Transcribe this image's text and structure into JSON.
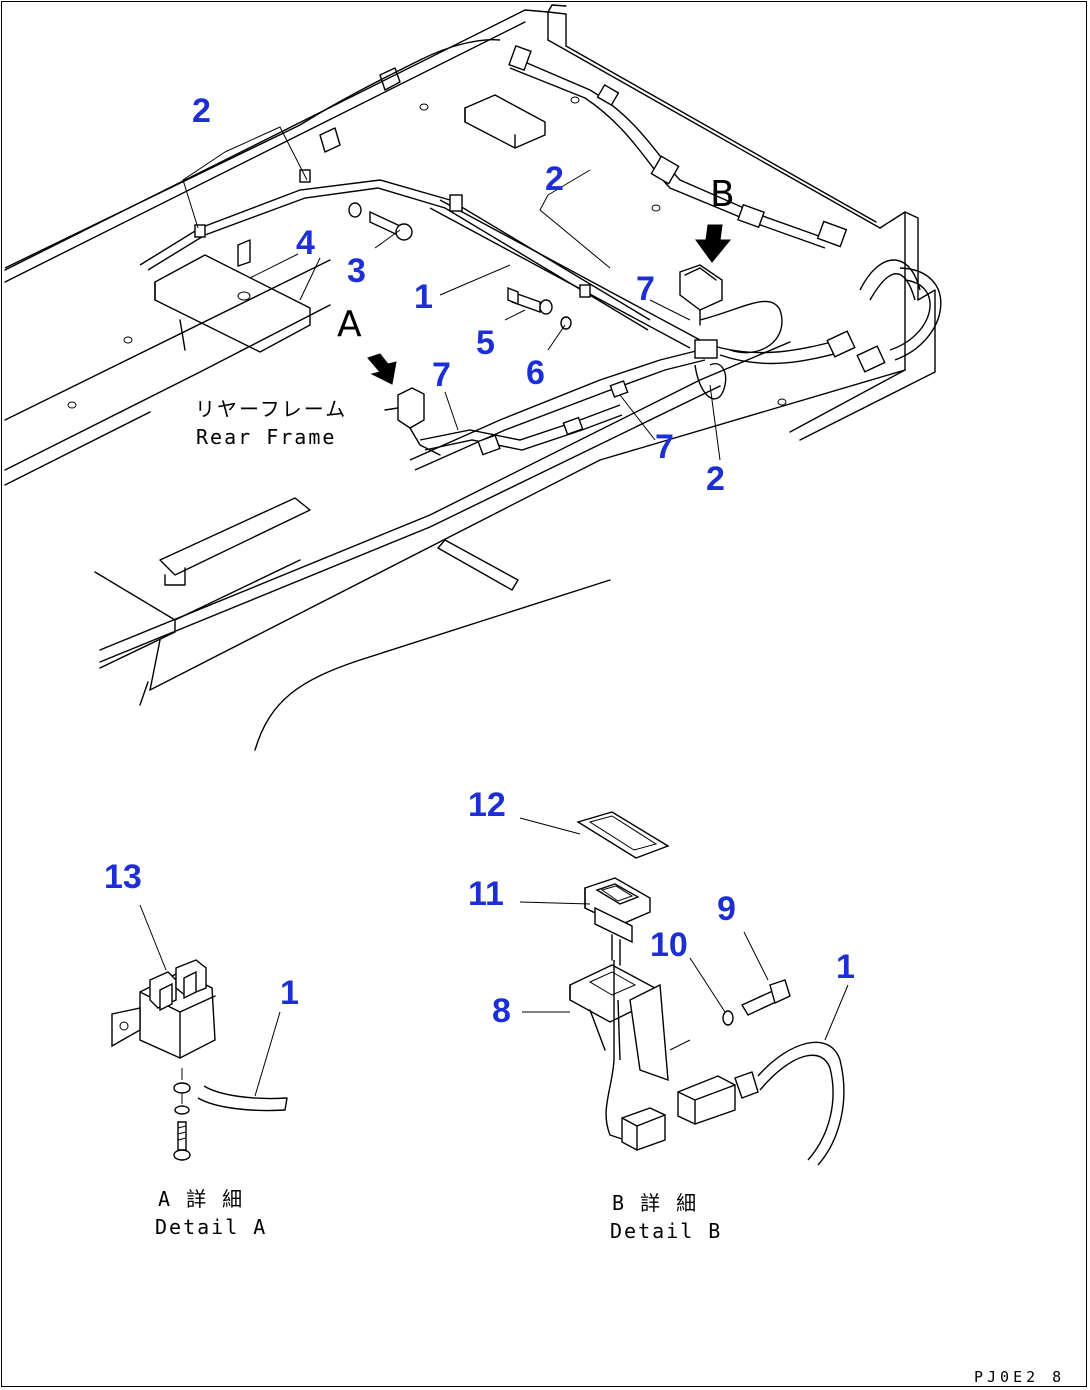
{
  "callouts": {
    "c2a": "2",
    "c2b": "2",
    "c2c": "2",
    "c1a": "1",
    "c1b": "1",
    "c1c": "1",
    "c3": "3",
    "c4": "4",
    "c5": "5",
    "c6": "6",
    "c7a": "7",
    "c7b": "7",
    "c7c": "7",
    "c8": "8",
    "c9": "9",
    "c10": "10",
    "c11": "11",
    "c12": "12",
    "c13": "13"
  },
  "view_letters": {
    "a": "A",
    "b": "B"
  },
  "labels": {
    "rear_frame_jp": "リヤーフレーム",
    "rear_frame_en": "Rear Frame",
    "detail_a_jp": "A 詳 細",
    "detail_a_en": "Detail A",
    "detail_b_jp": "B 詳 細",
    "detail_b_en": "Detail B"
  },
  "drawing_code": "PJ0E2 8",
  "colors": {
    "callout": "#1c2fd4",
    "line": "#000000",
    "background": "#ffffff"
  }
}
